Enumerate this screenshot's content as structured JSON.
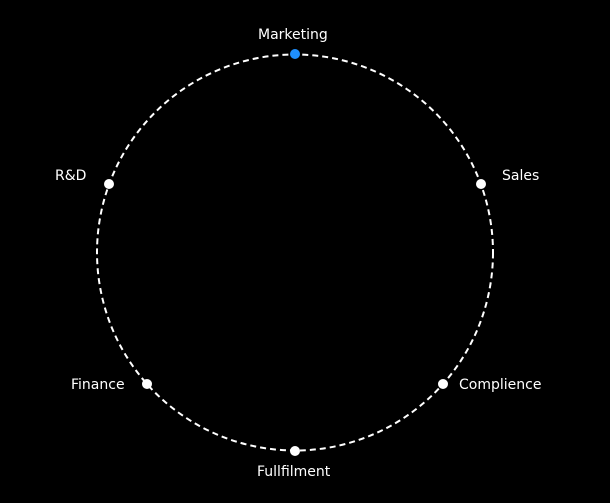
{
  "diagram": {
    "title": "",
    "active_color": "#1e90ff",
    "node_color": "#ffffff",
    "nodes": [
      {
        "label": "Marketing",
        "active": true
      },
      {
        "label": "Sales",
        "active": false
      },
      {
        "label": "Complience",
        "active": false
      },
      {
        "label": "Fullfilment",
        "active": false
      },
      {
        "label": "Finance",
        "active": false
      },
      {
        "label": "R&D",
        "active": false
      }
    ]
  }
}
